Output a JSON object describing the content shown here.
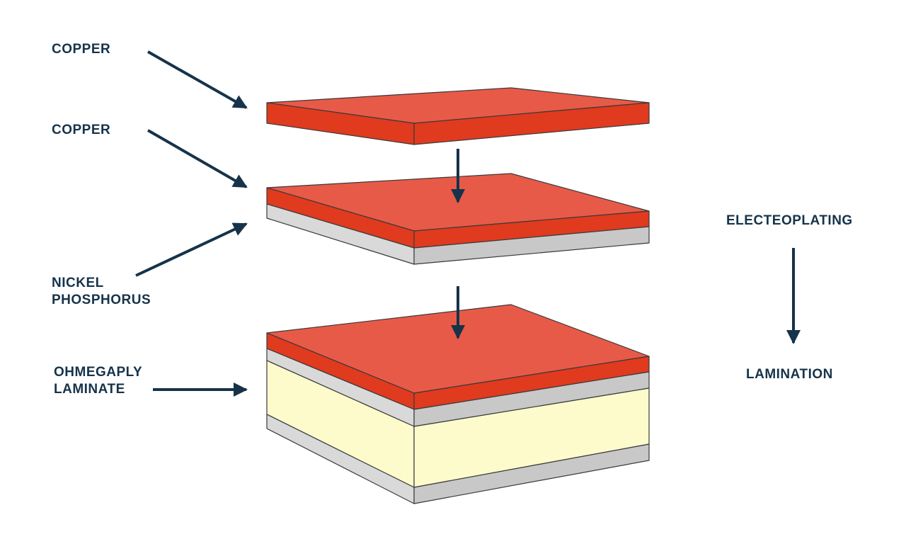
{
  "labels": {
    "copper_top": "COPPER",
    "copper_middle": "COPPER",
    "nickel_line1": "NICKEL",
    "nickel_line2": "PHOSPHORUS",
    "laminate_line1": "OHMEGAPLY",
    "laminate_line2": "LAMINATE",
    "process_step1": "ELECTEOPLATING",
    "process_step2": "LAMINATION"
  },
  "colors": {
    "copper_top_face": "#e85a48",
    "copper_side": "#e03a1f",
    "nickel_top": "#d9d9d9",
    "nickel_side": "#c8c8c8",
    "laminate_side": "#fdfbcc",
    "outline": "#3a3a3a",
    "arrow": "#16334a",
    "text": "#16334a"
  }
}
